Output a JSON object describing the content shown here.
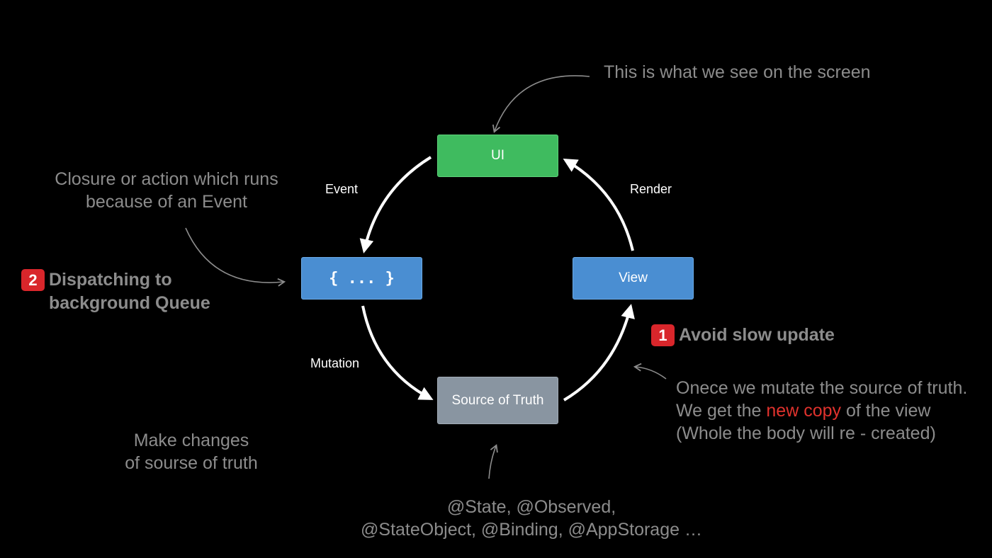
{
  "nodes": {
    "ui": "UI",
    "closure": "{ ... }",
    "view": "View",
    "source_of_truth": "Source of Truth"
  },
  "edge_labels": {
    "event": "Event",
    "render": "Render",
    "mutation": "Mutation"
  },
  "annotations": {
    "screen_note": "This is what we see on the screen",
    "closure_note": [
      "Closure or action which runs",
      "because of an Event"
    ],
    "changes_note": [
      "Make changes",
      "of sourse of truth"
    ],
    "wrappers_note": [
      "@State, @Observed,",
      "@StateObject, @Binding, @AppStorage …"
    ],
    "mutate_note": {
      "line1": "Onece we mutate the source of truth.",
      "line2_before": "We get the ",
      "line2_highlight": "new copy",
      "line2_after": " of the view",
      "line3": "(Whole the body will re - created)"
    }
  },
  "callouts": {
    "dispatch": {
      "number": "2",
      "lines": [
        "Dispatching to",
        "background Queue"
      ]
    },
    "slow_update": {
      "number": "1",
      "text": "Avoid slow update"
    }
  },
  "colors": {
    "background": "#000000",
    "ui_node": "#3fbb5f",
    "blue_node": "#4a8ed2",
    "source_node": "#8995a1",
    "badge": "#d9262b",
    "annotation_text": "#8c8c8c",
    "highlight": "#e0322d"
  }
}
